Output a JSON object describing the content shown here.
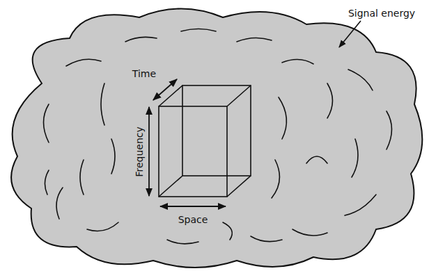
{
  "diagram": {
    "labels": [
      "Signal energy",
      "Time",
      "Frequency",
      "Space"
    ]
  }
}
